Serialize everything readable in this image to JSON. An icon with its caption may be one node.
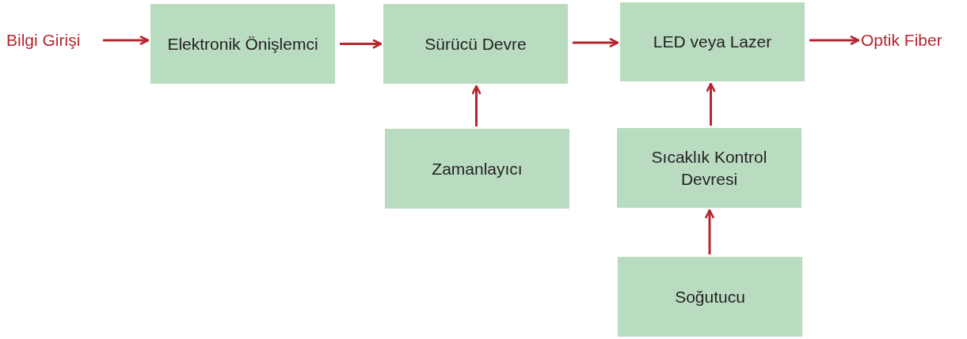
{
  "diagram": {
    "nodes": [
      {
        "text": [
          "Bilgi Girişi"
        ]
      },
      {
        "text": [
          "Elektronik Önişlemci"
        ]
      },
      {
        "text": [
          "Sürücü Devre"
        ]
      },
      {
        "text": [
          "LED veya Lazer"
        ]
      },
      {
        "text": [
          "Optik Fiber"
        ]
      },
      {
        "text": [
          "Zamanlayıcı"
        ]
      },
      {
        "text": [
          "Sıcaklık Kontrol Devresi"
        ]
      },
      {
        "text": [
          "Soğutucu"
        ]
      }
    ],
    "edges": [
      {
        "from": 0,
        "to": 1,
        "arrow": "to"
      },
      {
        "from": 1,
        "to": 2,
        "arrow": "to"
      },
      {
        "from": 2,
        "to": 3,
        "arrow": "to"
      },
      {
        "from": 3,
        "to": 4,
        "arrow": "to"
      },
      {
        "from": 5,
        "to": 2,
        "arrow": "to"
      },
      {
        "from": 6,
        "to": 3,
        "arrow": "to"
      },
      {
        "from": 7,
        "to": 6,
        "arrow": "to"
      }
    ]
  }
}
